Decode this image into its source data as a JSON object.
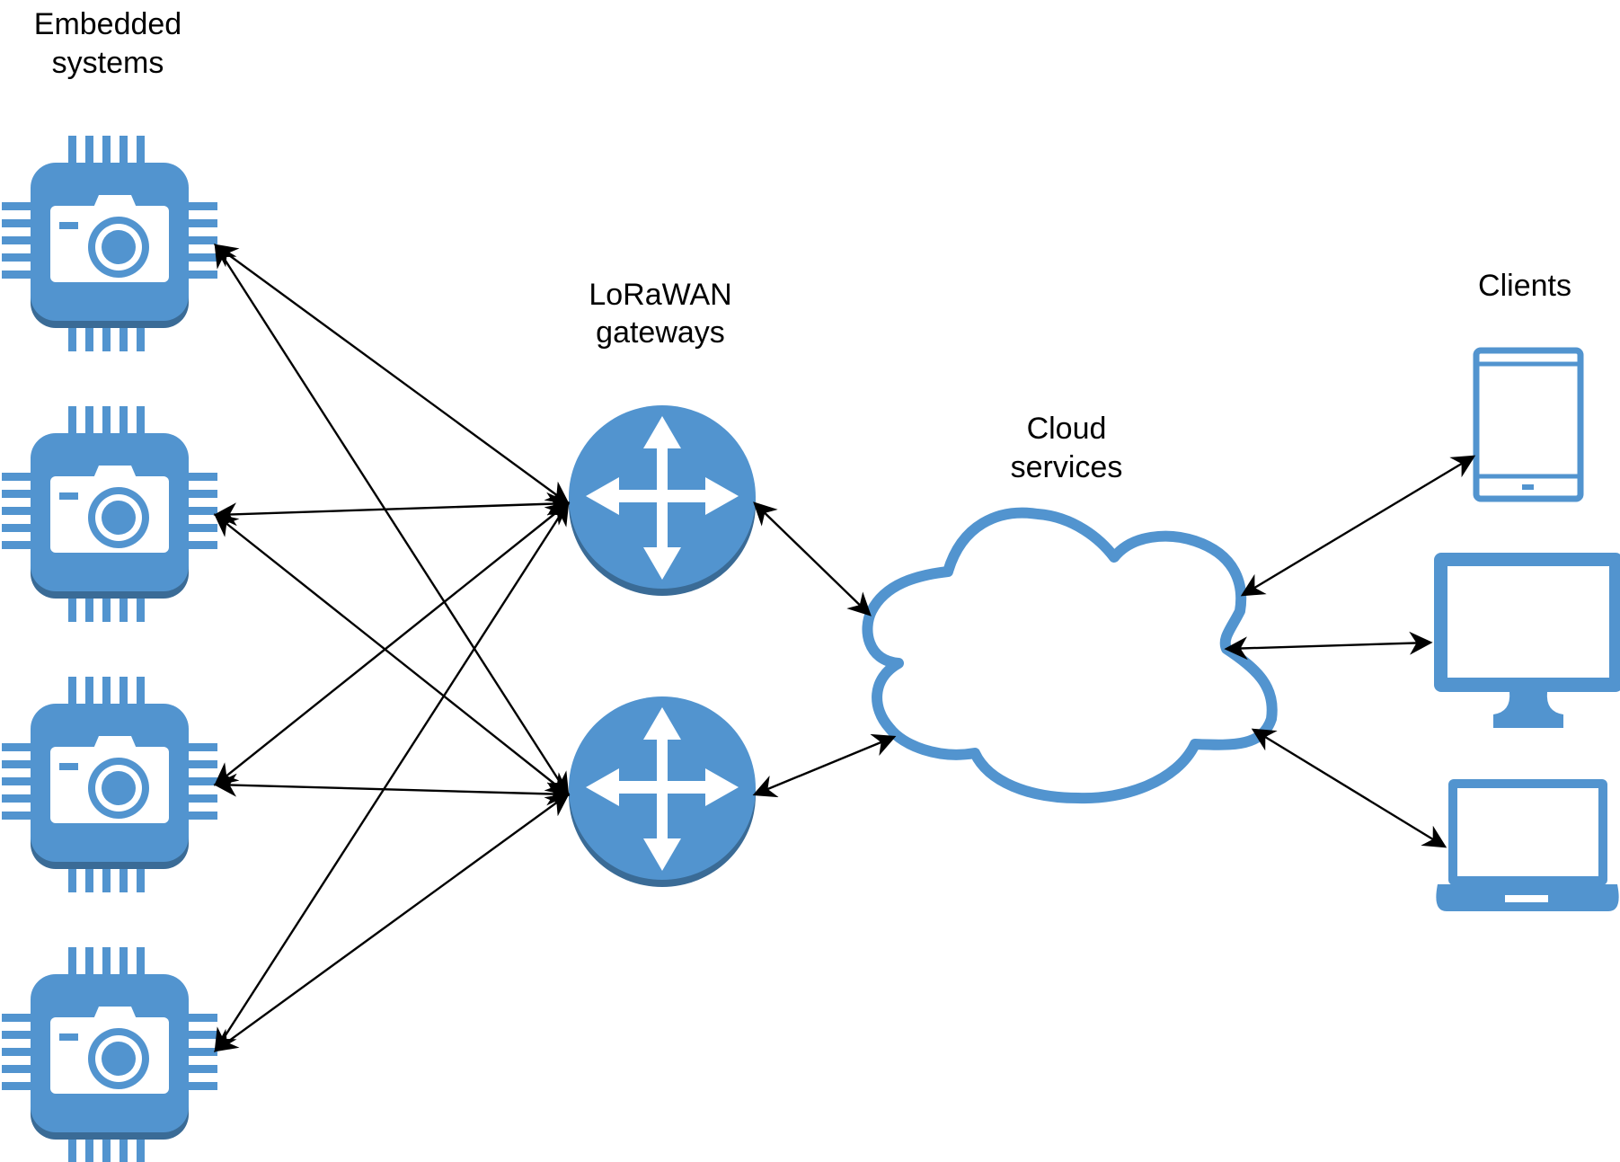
{
  "labels": {
    "embedded_line1": "Embedded",
    "embedded_line2": "systems",
    "gateways_line1": "LoRaWAN",
    "gateways_line2": "gateways",
    "cloud_line1": "Cloud",
    "cloud_line2": "services",
    "clients": "Clients"
  },
  "nodes": {
    "embedded": [
      {
        "name": "embedded-device-1",
        "icon": "camera-chip-icon"
      },
      {
        "name": "embedded-device-2",
        "icon": "camera-chip-icon"
      },
      {
        "name": "embedded-device-3",
        "icon": "camera-chip-icon"
      },
      {
        "name": "embedded-device-4",
        "icon": "camera-chip-icon"
      }
    ],
    "gateways": [
      {
        "name": "lorawan-gateway-1",
        "icon": "router-icon"
      },
      {
        "name": "lorawan-gateway-2",
        "icon": "router-icon"
      }
    ],
    "cloud": {
      "name": "cloud-services",
      "icon": "cloud-icon"
    },
    "clients": [
      {
        "name": "client-tablet",
        "icon": "tablet-icon"
      },
      {
        "name": "client-desktop",
        "icon": "desktop-monitor-icon"
      },
      {
        "name": "client-laptop",
        "icon": "laptop-icon"
      }
    ]
  },
  "links": [
    {
      "from": "embedded-device-1",
      "to": "lorawan-gateway-1",
      "direction": "bidirectional"
    },
    {
      "from": "embedded-device-1",
      "to": "lorawan-gateway-2",
      "direction": "bidirectional"
    },
    {
      "from": "embedded-device-2",
      "to": "lorawan-gateway-1",
      "direction": "bidirectional"
    },
    {
      "from": "embedded-device-2",
      "to": "lorawan-gateway-2",
      "direction": "bidirectional"
    },
    {
      "from": "embedded-device-3",
      "to": "lorawan-gateway-1",
      "direction": "bidirectional"
    },
    {
      "from": "embedded-device-3",
      "to": "lorawan-gateway-2",
      "direction": "bidirectional"
    },
    {
      "from": "embedded-device-4",
      "to": "lorawan-gateway-1",
      "direction": "bidirectional"
    },
    {
      "from": "embedded-device-4",
      "to": "lorawan-gateway-2",
      "direction": "bidirectional"
    },
    {
      "from": "lorawan-gateway-1",
      "to": "cloud-services",
      "direction": "bidirectional"
    },
    {
      "from": "lorawan-gateway-2",
      "to": "cloud-services",
      "direction": "bidirectional"
    },
    {
      "from": "cloud-services",
      "to": "client-tablet",
      "direction": "bidirectional"
    },
    {
      "from": "cloud-services",
      "to": "client-desktop",
      "direction": "bidirectional"
    },
    {
      "from": "cloud-services",
      "to": "client-laptop",
      "direction": "bidirectional"
    }
  ],
  "colors": {
    "icon_fill": "#5294CF",
    "icon_shadow": "#3A6B96",
    "icon_detail": "#FFFFFF",
    "arrow": "#000000",
    "text": "#000000"
  }
}
